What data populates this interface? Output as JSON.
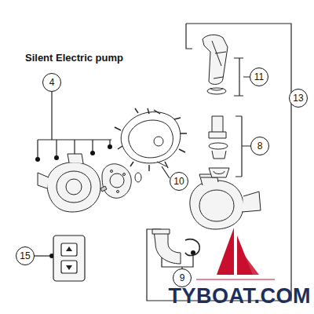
{
  "diagram": {
    "title": "Silent Electric pump",
    "nodes": [
      {
        "text": [
          "11"
        ]
      },
      {
        "text": [
          "4"
        ]
      },
      {
        "text": [
          "13"
        ]
      },
      {
        "text": [
          "8"
        ]
      },
      {
        "text": [
          "10"
        ]
      },
      {
        "text": [
          "15"
        ]
      },
      {
        "text": [
          "9"
        ]
      }
    ],
    "labels": [
      "TYBOAT.COM"
    ]
  }
}
